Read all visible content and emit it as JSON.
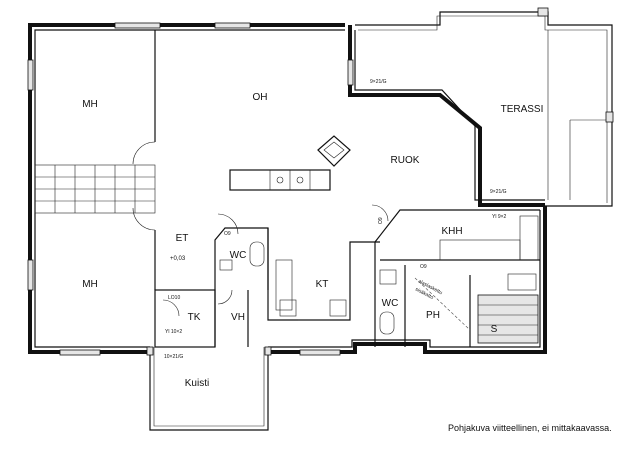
{
  "rooms": {
    "mh_top": "MH",
    "mh_bottom": "MH",
    "oh": "OH",
    "ruok": "RUOK",
    "terassi": "TERASSI",
    "khh": "KHH",
    "et": "ET",
    "wc_center": "WC",
    "kt": "KT",
    "tk": "TK",
    "vh": "VH",
    "wc_right": "WC",
    "ph": "PH",
    "s": "S",
    "kuisti": "Kuisti"
  },
  "labels": {
    "level": "+0,03",
    "door_9_21_top": "9×21/G",
    "door_9_21_right": "9×21/G",
    "yl_9x2": "Yl 9×2",
    "yl_10x2": "Yl 10×2",
    "door_10_21": "10×21/G",
    "lo10": "LO10",
    "o9_et": "O9",
    "o9_khh": "O9",
    "o9_ruok": "O9",
    "alaslaskettu_1": "alaslaskettu",
    "alaslaskettu_2": "sisäkatto"
  },
  "caption": "Pohjakuva viitteellinen, ei mittakaavassa."
}
